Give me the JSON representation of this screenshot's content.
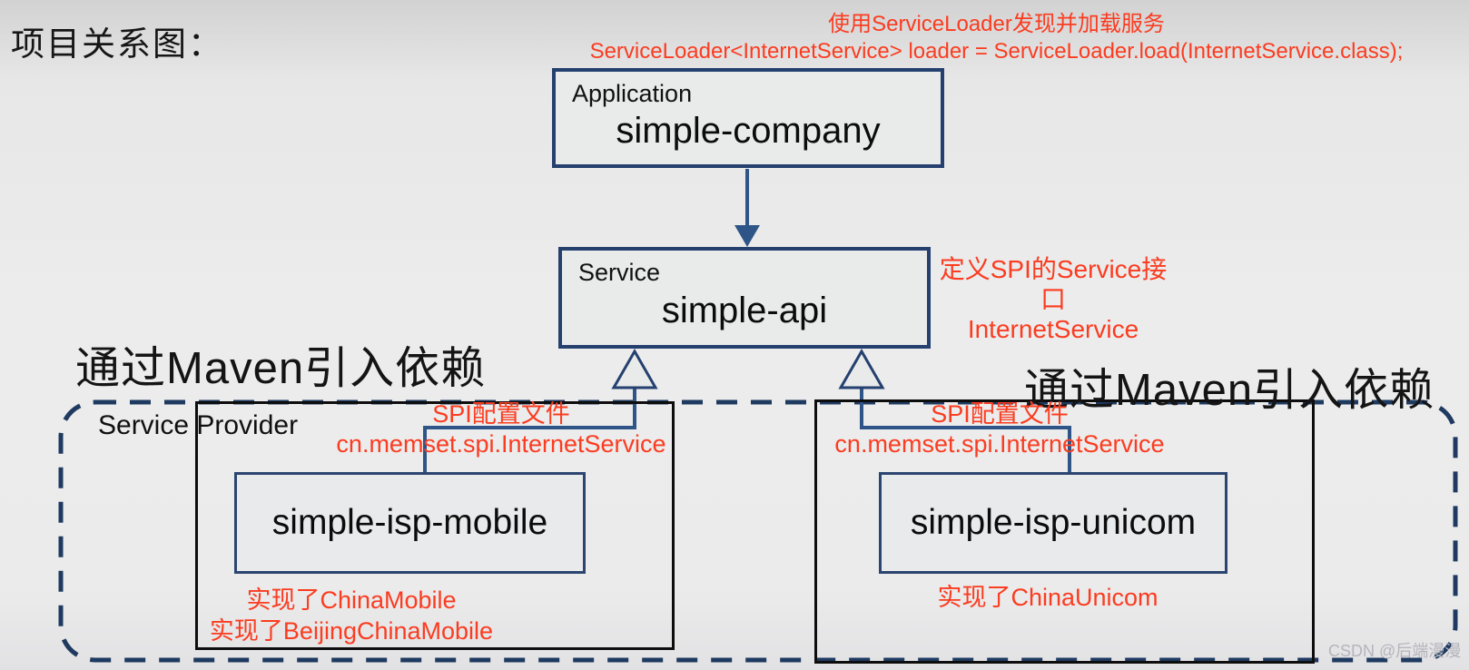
{
  "page": {
    "title": "项目关系图：",
    "watermark": "CSDN @后端漫漫"
  },
  "colors": {
    "annotation_red": "#fb3c20",
    "node_border_blue": "#24406e",
    "connector_blue": "#2f5588",
    "group_border_black": "#0d0d0d",
    "dashed_border_blue": "#1f3a60",
    "background_gray": "#ececec"
  },
  "nodes": {
    "application": {
      "stereotype": "Application",
      "name": "simple-company"
    },
    "service": {
      "stereotype": "Service",
      "name": "simple-api"
    },
    "provider_group": {
      "label": "Service Provider"
    },
    "provider_mobile": {
      "name": "simple-isp-mobile"
    },
    "provider_unicom": {
      "name": "simple-isp-unicom"
    }
  },
  "annotations": {
    "service_loader": {
      "line1": "使用ServiceLoader发现并加载服务",
      "line2": "ServiceLoader<InternetService> loader = ServiceLoader.load(InternetService.class);"
    },
    "spi_interface": {
      "line1": "定义SPI的Service接口",
      "line2": "InternetService"
    },
    "maven_left": "通过Maven引入依赖",
    "maven_right": "通过Maven引入依赖",
    "spi_config_left": {
      "line1": "SPI配置文件",
      "line2": "cn.memset.spi.InternetService"
    },
    "spi_config_right": {
      "line1": "SPI配置文件",
      "line2": "cn.memset.spi.InternetService"
    },
    "impl_mobile": {
      "line1": "实现了ChinaMobile",
      "line2": "实现了BeijingChinaMobile"
    },
    "impl_unicom": {
      "line1": "实现了ChinaUnicom"
    }
  }
}
